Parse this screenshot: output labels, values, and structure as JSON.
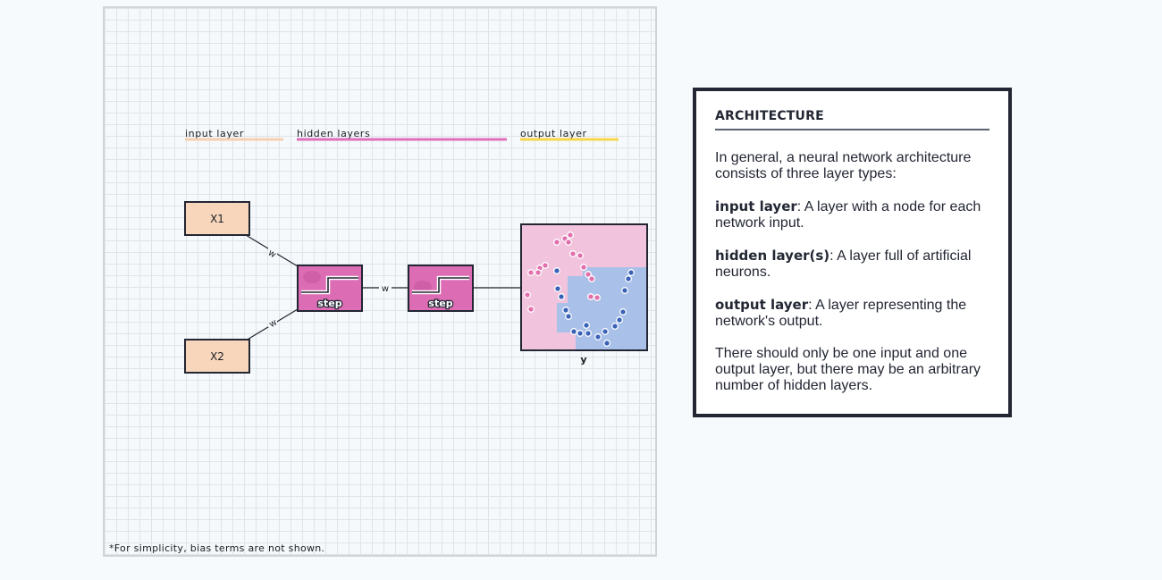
{
  "diagram": {
    "layer_labels": {
      "input": "input layer",
      "hidden": "hidden layers",
      "output": "output layer"
    },
    "colors": {
      "input_layer": "#f5cfb0",
      "hidden_layer": "#df6ebb",
      "output_layer": "#f7d64a",
      "node_fill_input": "#f7d6bb",
      "node_fill_hidden": "#dc6cb3",
      "region_pink": "#f1c3dd",
      "region_blue": "#a9c0e8",
      "point_pink": "#e170ad",
      "point_blue": "#3a63b8"
    },
    "nodes": {
      "x1": "X1",
      "x2": "X2",
      "hidden1": "step",
      "hidden2": "step",
      "output": "y"
    },
    "weight_label": "w",
    "footnote": "*For simplicity, bias terms are not shown."
  },
  "panel": {
    "title": "ARCHITECTURE",
    "intro": "In general, a neural network architecture consists of three layer types:",
    "items": [
      {
        "term": "input layer",
        "desc": ": A layer with a node for each network input."
      },
      {
        "term": "hidden layer(s)",
        "desc": ": A layer full of artificial neurons."
      },
      {
        "term": "output layer",
        "desc": ": A layer representing the network's output."
      }
    ],
    "outro": "There should only be one input and one output layer, but there may be an arbitrary number of hidden layers."
  }
}
